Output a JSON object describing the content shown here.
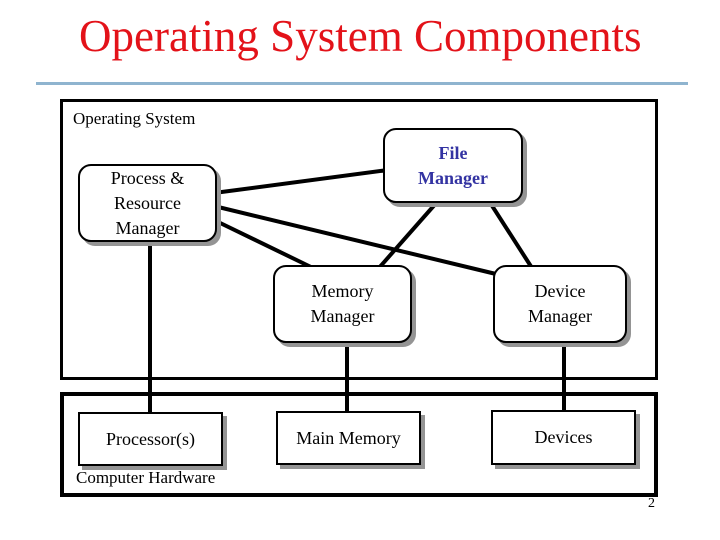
{
  "slide": {
    "title": "Operating System Components",
    "page_number": "2"
  },
  "colors": {
    "title_red": "#e31219",
    "rule_blue": "#8fb4cf",
    "file_manager_text_blue": "#3333a2",
    "box_border_black": "#000000",
    "box_shadow_gray": "#949494",
    "background_white": "#ffffff"
  },
  "diagram": {
    "os_container_label": "Operating System",
    "hw_container_label": "Computer Hardware",
    "nodes": {
      "process": {
        "line1": "Process &",
        "line2": "Resource",
        "line3": "Manager"
      },
      "file": {
        "line1": "File",
        "line2": "Manager"
      },
      "memory": {
        "line1": "Memory",
        "line2": "Manager"
      },
      "device": {
        "line1": "Device",
        "line2": "Manager"
      },
      "processor": {
        "label": "Processor(s)"
      },
      "main_memory": {
        "label": "Main Memory"
      },
      "devices": {
        "label": "Devices"
      }
    },
    "edges": [
      {
        "from": "process-resource-manager",
        "to": "file-manager"
      },
      {
        "from": "process-resource-manager",
        "to": "device-manager"
      },
      {
        "from": "process-resource-manager",
        "to": "memory-manager"
      },
      {
        "from": "file-manager",
        "to": "memory-manager"
      },
      {
        "from": "file-manager",
        "to": "device-manager"
      },
      {
        "from": "process-resource-manager",
        "to": "processors"
      },
      {
        "from": "memory-manager",
        "to": "main-memory"
      },
      {
        "from": "device-manager",
        "to": "devices"
      }
    ]
  }
}
